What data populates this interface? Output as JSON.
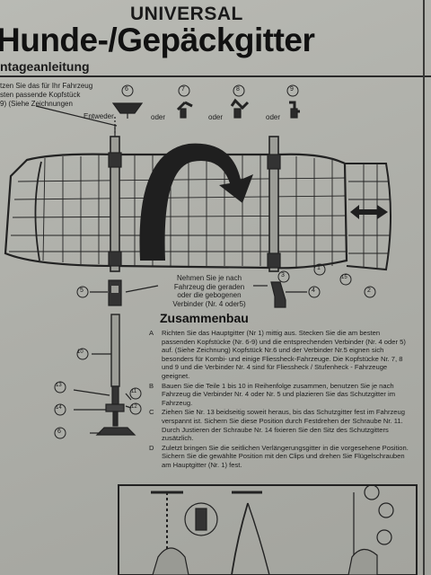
{
  "header": {
    "title_top": "UNIVERSAL",
    "title_main": "Hunde-/Gepäckgitter",
    "subtitle": "ntageanleitung"
  },
  "intro": {
    "line1": "tzen Sie das für Ihr Fahrzeug",
    "line2": "sten passende Kopfstück",
    "line3": "9) (Siehe Zeichnungen"
  },
  "selector": {
    "either": "Entweder",
    "or": "oder",
    "numbers": [
      "6",
      "7",
      "8",
      "9"
    ]
  },
  "part_numbers": {
    "n1": "1",
    "n2": "2",
    "n3": "3",
    "n4": "4",
    "n5": "5",
    "n6": "6",
    "n10": "10",
    "n11": "11",
    "n12": "12",
    "n13": "13",
    "n14": "14",
    "n15": "15"
  },
  "callout": {
    "line1": "Nehmen Sie je nach",
    "line2": "Fahrzeug die geraden",
    "line3": "oder die gebogenen",
    "line4": "Verbinder (Nr. 4 oder5)"
  },
  "assembly": {
    "heading": "Zusammenbau",
    "steps": [
      {
        "key": "A",
        "text": "Richten Sie das Hauptgitter (Nr 1) mittig aus. Stecken Sie die am besten passenden Kopfstücke (Nr. 6-9) und die entsprechenden Verbinder (Nr. 4 oder 5) auf. (Siehe Zeichnung) Kopfstück Nr.6 und der Verbinder Nr.5 eignen sich besonders für Kombi- und einige Fliessheck-Fahrzeuge. Die Kopfstücke Nr. 7, 8 und 9 und die Verbinder Nr. 4 sind für Fliessheck / Stufenheck - Fahrzeuge geeignet."
      },
      {
        "key": "B",
        "text": "Bauen Sie die Teile 1 bis 10 in Reihenfolge zusammen, benutzen Sie je nach Fahrzeug die Verbinder Nr. 4 oder Nr. 5 und plazieren Sie das Schutzgitter im Fahrzeug."
      },
      {
        "key": "C",
        "text": "Ziehen Sie Nr. 13 beidseitig soweit heraus, bis das Schutzgitter fest im Fahrzeug verspannt ist. Sichern Sie diese Position durch Festdrehen der Schraube Nr. 11. Durch Justieren der Schraube Nr. 14 fixieren Sie den Sitz des Schutzgitters zusätzlich."
      },
      {
        "key": "D",
        "text": "Zuletzt bringen Sie die seitlichen Verlängerungsgitter in die vorgesehene Position. Sichern Sie die gewählte Position mit den Clips und drehen Sie Flügelschrauben am Hauptgitter (Nr. 1) fest."
      }
    ]
  }
}
